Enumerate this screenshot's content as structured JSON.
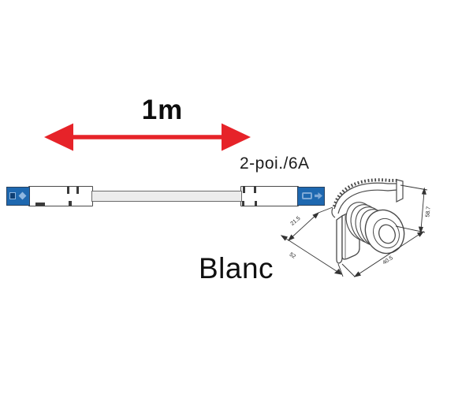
{
  "diagram": {
    "length_label": "1m",
    "spec_label": "2-poi./6A",
    "color_name": "Blanc"
  },
  "device_dimensions": {
    "depth_mm": "21.5",
    "length_mm": "52",
    "diameter_mm": "40.5",
    "height_mm": "58.7"
  },
  "colors": {
    "arrow_red": "#e62329",
    "connector_blue": "#1e68b0",
    "connector_glyph_blue": "#7fa9d6",
    "outline_dark": "#4a4a4a",
    "cable_gray": "#ececec"
  },
  "icons": {
    "left_terminal": "terminal-socket-icon",
    "right_terminal": "terminal-plug-icon",
    "length_arrow": "double-arrow-icon"
  }
}
